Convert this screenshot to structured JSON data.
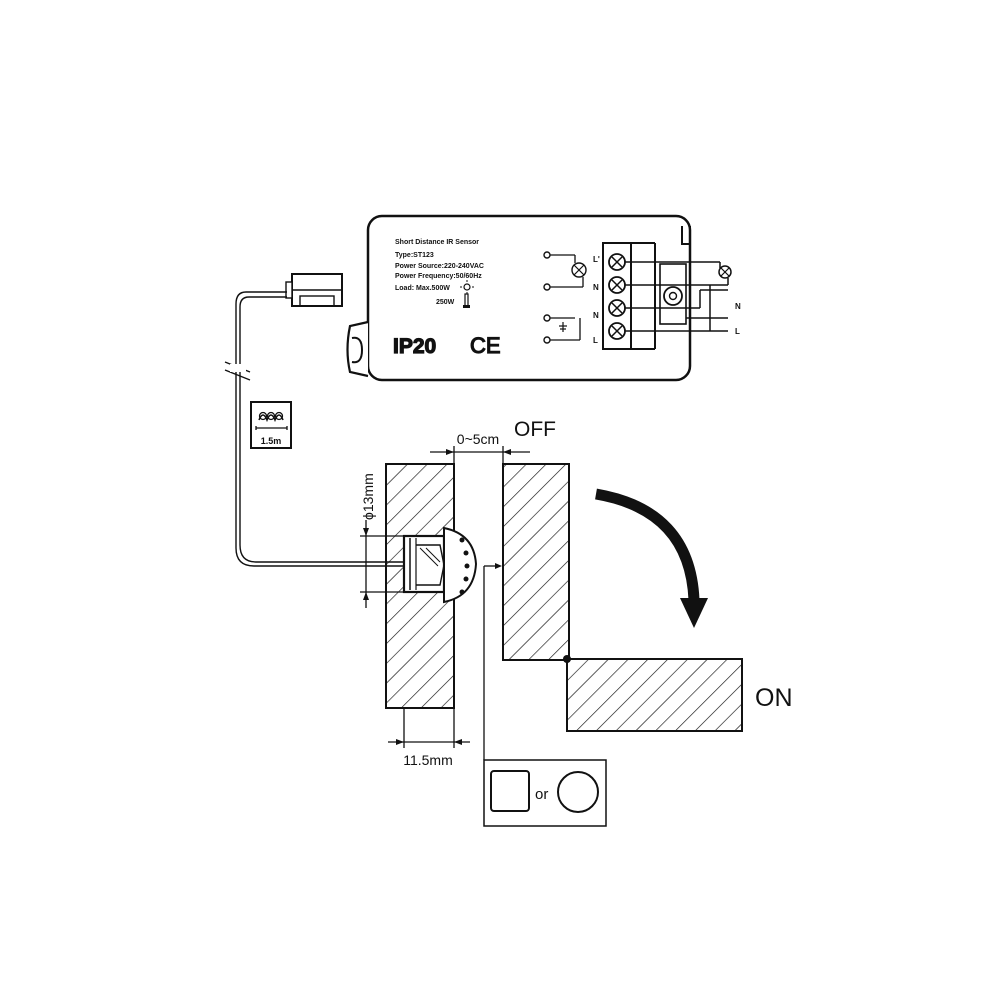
{
  "device": {
    "title": "Short Distance IR Sensor",
    "type_line": "Type:ST123",
    "power_source_line": "Power Source:220-240VAC",
    "power_frequency_line": "Power Frequency:50/60Hz",
    "load_line": "Load: Max.500W",
    "load_line2": "250W",
    "ip_rating": "IP20",
    "ce_mark": "CE"
  },
  "terminals": {
    "left": [
      "L'",
      "N",
      "N",
      "L"
    ],
    "right": [
      "N",
      "L"
    ]
  },
  "cable": {
    "length_label": "1.5m"
  },
  "dimensions": {
    "gap": "0~5cm",
    "hole_diameter": "ϕ13mm",
    "panel_thickness": "11.5mm"
  },
  "states": {
    "closed": "OFF",
    "open": "ON"
  },
  "mount_options": {
    "separator": "or"
  }
}
